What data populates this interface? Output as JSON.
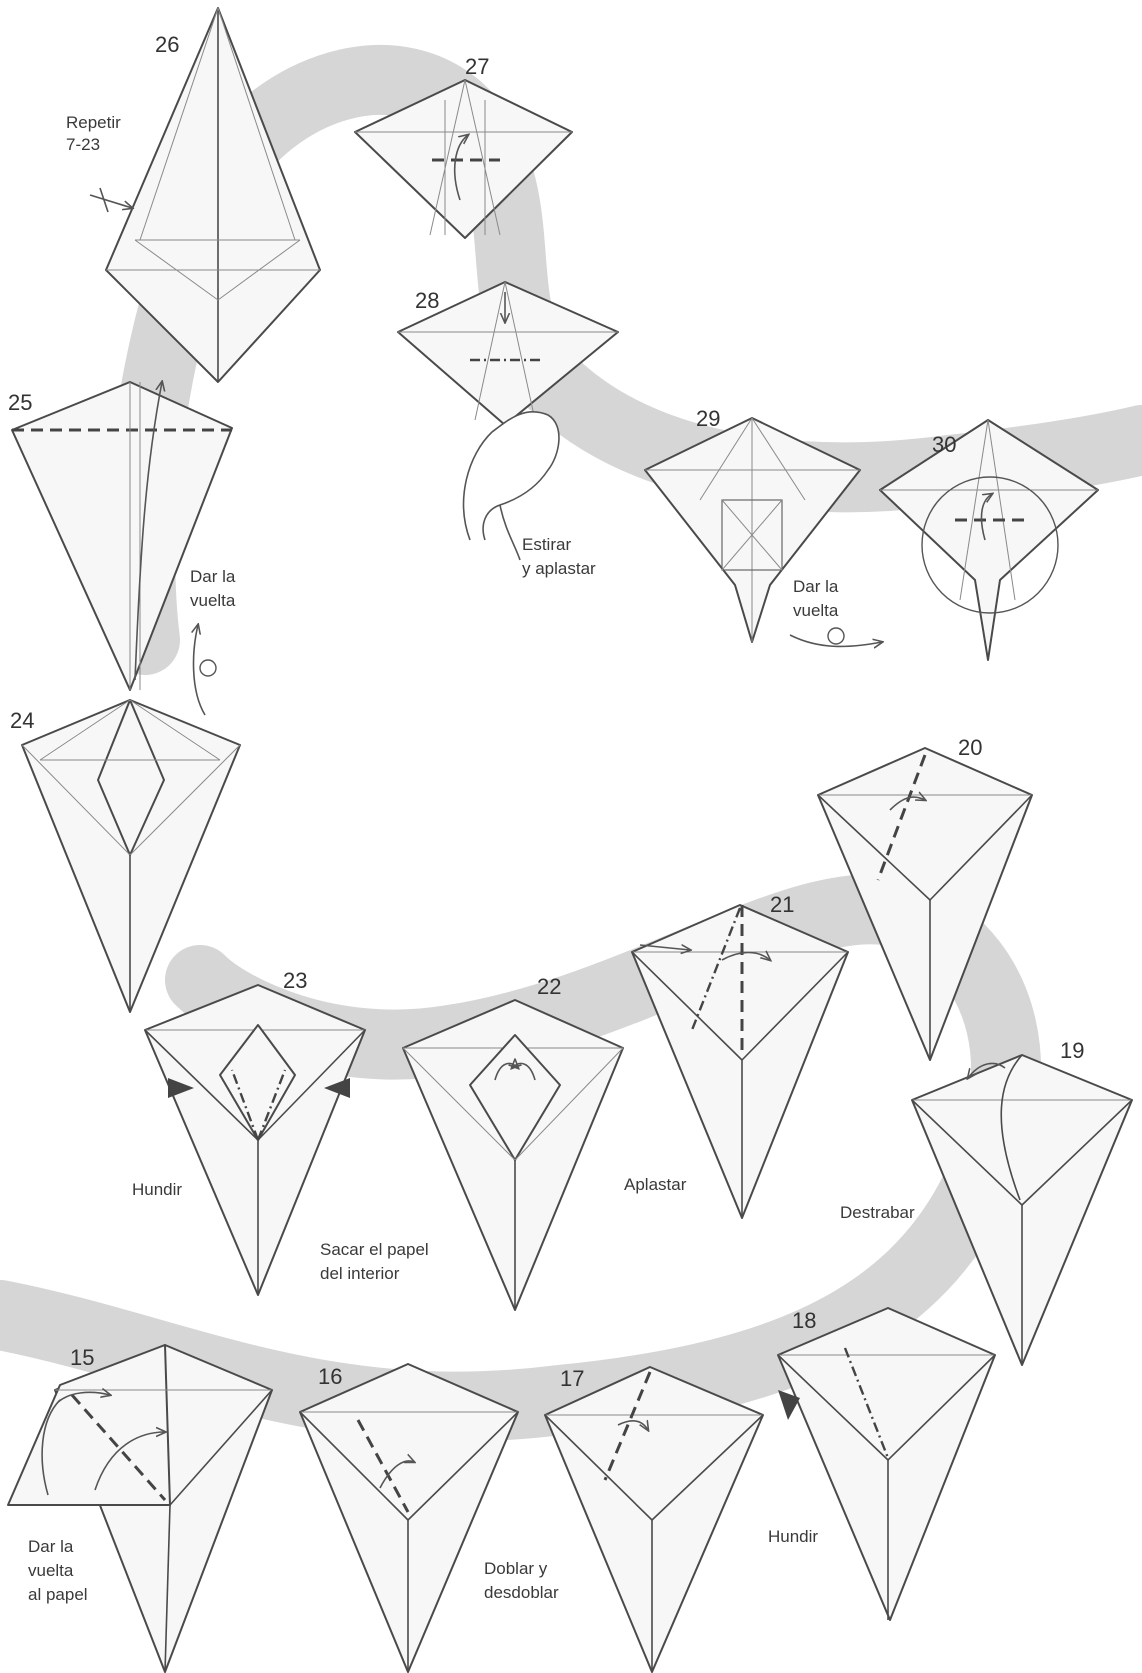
{
  "steps": [
    {
      "num": "15"
    },
    {
      "num": "16"
    },
    {
      "num": "17"
    },
    {
      "num": "18"
    },
    {
      "num": "19"
    },
    {
      "num": "20"
    },
    {
      "num": "21"
    },
    {
      "num": "22"
    },
    {
      "num": "23"
    },
    {
      "num": "24"
    },
    {
      "num": "25"
    },
    {
      "num": "26"
    },
    {
      "num": "27"
    },
    {
      "num": "28"
    },
    {
      "num": "29"
    },
    {
      "num": "30"
    }
  ],
  "captions": {
    "repeat_1": "Repetir",
    "repeat_2": "7-23",
    "turn_over_a_1": "Dar la",
    "turn_over_a_2": "vuelta",
    "stretch_1": "Estirar",
    "stretch_2": "y aplastar",
    "turn_over_b_1": "Dar la",
    "turn_over_b_2": "vuelta",
    "sink_a": "Hundir",
    "pull_1": "Sacar el papel",
    "pull_2": "del interior",
    "squash": "Aplastar",
    "unlock": "Destrabar",
    "turn_paper_1": "Dar la",
    "turn_paper_2": "vuelta",
    "turn_paper_3": "al papel",
    "fold_unfold_1": "Doblar y",
    "fold_unfold_2": "desdoblar",
    "sink_b": "Hundir"
  },
  "colors": {
    "background": "#ffffff",
    "path_band": "#d6d6d6",
    "paper": "#f7f7f7",
    "line": "#4a4a4a"
  }
}
